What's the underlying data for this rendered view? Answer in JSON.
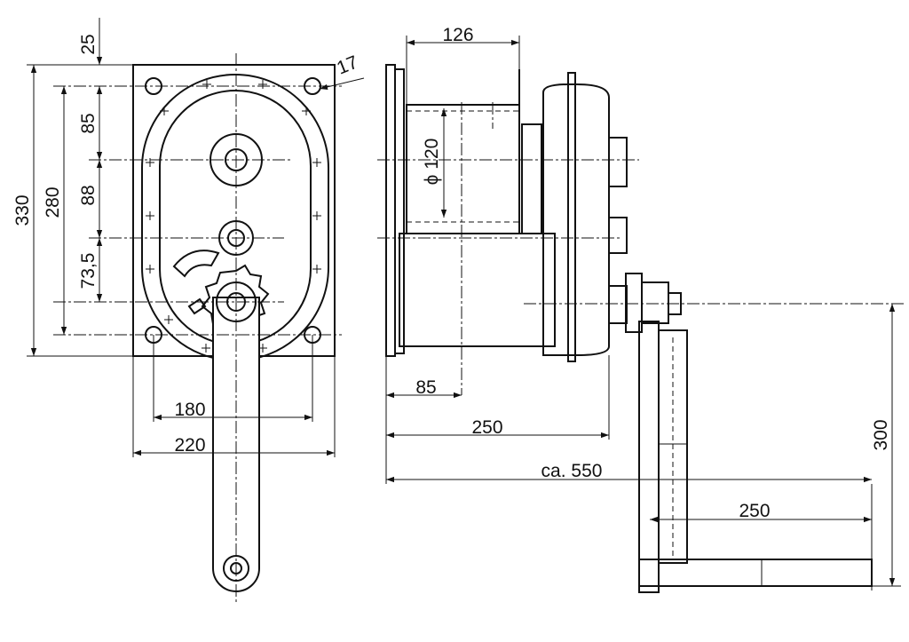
{
  "dimensions": {
    "d25": "25",
    "d17": "17",
    "d330": "330",
    "d280": "280",
    "d85_left": "85",
    "d88": "88",
    "d73_5": "73,5",
    "d180": "180",
    "d220": "220",
    "d126": "126",
    "d_phi120": "ϕ 120",
    "d85_bottom": "85",
    "d250_top": "250",
    "d550": "ca. 550",
    "d250_handle": "250",
    "d300": "300"
  }
}
